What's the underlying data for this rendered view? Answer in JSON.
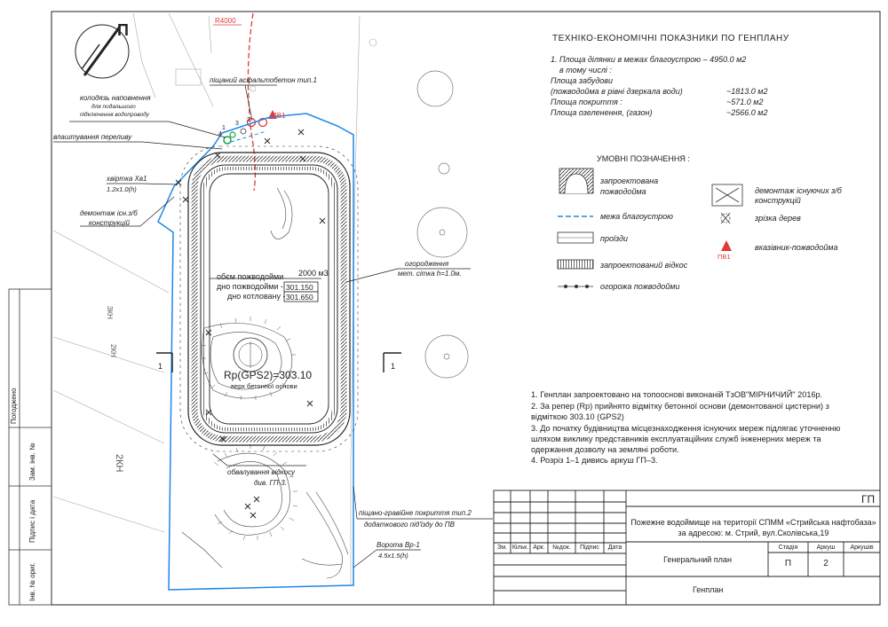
{
  "sheet": {
    "code": "ГП",
    "north_letter": "П"
  },
  "teo": {
    "title": "ТЕХНІКО-ЕКОНОМІЧНІ ПОКАЗНИКИ ПО ГЕНПЛАНУ",
    "rows": [
      {
        "label": "1. Площа ділянки в межах благоустрою – 4950.0 м2",
        "value": ""
      },
      {
        "label": "в тому числі :",
        "value": ""
      },
      {
        "label": "Площа забудови",
        "value": ""
      },
      {
        "label": "(пожводойма в рівні дзеркала води)",
        "value": "~1813.0 м2"
      },
      {
        "label": "Площа покриття :",
        "value": "~571.0 м2"
      },
      {
        "label": "Площа озеленення, (газон)",
        "value": "~2566.0 м2"
      }
    ]
  },
  "legend": {
    "title": "УМОВНІ ПОЗНАЧЕННЯ :",
    "items": [
      {
        "label": "запроектована пожводойма",
        "icon": "reservoir-hatch-icon"
      },
      {
        "label": "межа благоустрою",
        "icon": "dashed-blue-line-icon"
      },
      {
        "label": "проїзди",
        "icon": "road-icon"
      },
      {
        "label": "запроектований відкос",
        "icon": "slope-icon"
      },
      {
        "label": "огорожа пожводойми",
        "icon": "fence-icon"
      },
      {
        "label": "демонтаж існуючих з/б конструкцій",
        "icon": "demolition-cross-icon"
      },
      {
        "label": "зрізка дерев",
        "icon": "tree-cutting-icon"
      },
      {
        "label": "вказівник-пожводойма",
        "icon": "red-triangle-icon",
        "sub": "ПВ1"
      }
    ]
  },
  "notes": [
    "1.  Генплан  запроектовано на топоосновi виконаній    ТзОВ\"МІРНИЧИЙ\" 2016р.",
    "2. За репер  (Rp) прийнято відмітку бетонної основи (демонтованої цистерни) з",
    "відміткою 303.10 (GPS2)",
    "3.  До початку будівництва місцезнаходження  існуючих мереж підлягає уточненню",
    "шляхом    виклику представників експлуатаційних служб  інженерних мереж та",
    "одержання дозволу на земляні роботи.",
    "4.  Розріз 1–1 дивись аркуш ГП–3."
  ],
  "plan": {
    "radius": "R4000",
    "pv_label": "ПВ1",
    "volume_label": "обєм пожводойми",
    "volume_value": "2000 м3",
    "bottom_label": "дно пожводойми -",
    "bottom_value": "301.150",
    "pit_label": "дно котловану -",
    "pit_value": "301.650",
    "rp": "Rp(GPS2)=303.10",
    "rp_sub": "верх бетонної основи",
    "section": "1",
    "callouts": {
      "asphalt": "піщаний асфальтобетон тип.1",
      "well_1": "колодязь наповнення",
      "well_2": "для подальшого",
      "well_3": "підключення водопроводу",
      "overflow": "влаштування переливу",
      "gate_1": "хвіртка Хв1",
      "gate_2": "1.2х1.0(h)",
      "demo_1": "демонтаж існ.з/б",
      "demo_2": "конструкцій",
      "fence_1": "огородження",
      "fence_2": "мет. сітка h=1.0м.",
      "slope_1": "обвалування відкосу",
      "slope_2": "див. ГП-3.",
      "sand_1": "піщано-гравійне покриття тип.2",
      "sand_2": "додаткового під'їзду до ПВ",
      "vorota_1": "Ворота Вр-1",
      "vorota_2": "4.5х1.5(h)"
    },
    "marks": [
      "1",
      "2",
      "3",
      "4"
    ],
    "buildings": [
      "3КН",
      "2КН",
      "2КН"
    ]
  },
  "side_stamp": [
    "Погоджено",
    "Інв. № ориг.",
    "Підпис і дата",
    "Зам. інв. №"
  ],
  "title_block": {
    "code": "ГП",
    "headers": [
      "Зм.",
      "Кільк.",
      "Арк.",
      "№док.",
      "Підпис",
      "Дата"
    ],
    "project": "Пожежне водоймище на території СПММ «Стрийська нафтобаза»",
    "address": "за адресою: м. Стрий, вул.Сколівська,19",
    "sheet_title": "Генеральний план",
    "stage_label": "Стадія",
    "sheet_label": "Аркуш",
    "sheets_label": "Аркушів",
    "stage": "П",
    "sheet_num": "2",
    "sheets": "",
    "footer": "Генплан"
  }
}
